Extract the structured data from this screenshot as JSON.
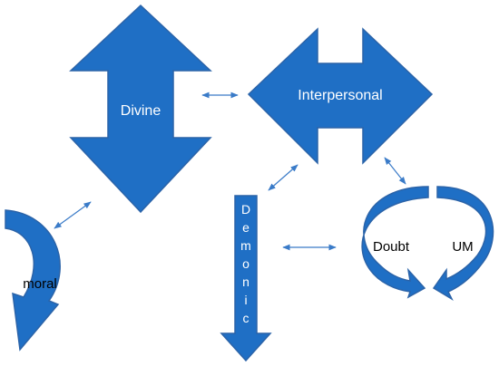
{
  "diagram": {
    "nodes": {
      "divine": {
        "label": "Divine"
      },
      "interpersonal": {
        "label": "Interpersonal"
      },
      "demonic": {
        "label": "Demonic"
      },
      "moral": {
        "label": "moral"
      },
      "doubt": {
        "label": "Doubt"
      },
      "um": {
        "label": "UM"
      }
    },
    "connectors": [
      {
        "from": "divine",
        "to": "interpersonal",
        "style": "double-arrow"
      },
      {
        "from": "divine",
        "to": "moral",
        "style": "double-arrow"
      },
      {
        "from": "interpersonal",
        "to": "demonic",
        "style": "double-arrow"
      },
      {
        "from": "interpersonal",
        "to": "doubt",
        "style": "double-arrow"
      },
      {
        "from": "demonic",
        "to": "doubt",
        "style": "double-arrow"
      }
    ]
  },
  "colors": {
    "shape_fill": "#1f6fc5",
    "shape_stroke": "#2b63a8",
    "connector": "#3a7bc8",
    "label_on_shape": "#ffffff",
    "label_dark": "#000000"
  }
}
